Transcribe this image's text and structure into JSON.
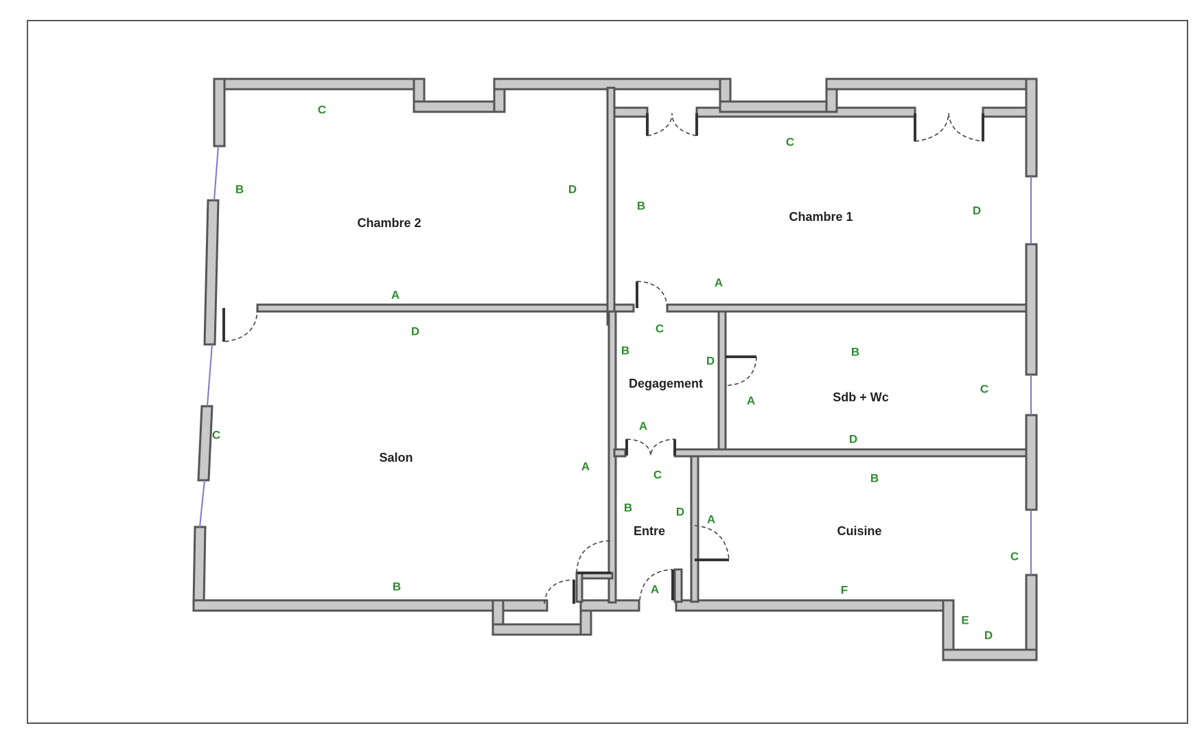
{
  "colors": {
    "wall_label": "#2e8b2e",
    "room_label": "#222222",
    "wall_fill": "#c9c9c9",
    "wall_stroke": "#555555",
    "window": "#7a7ac8",
    "frame": "#555555"
  },
  "rooms": {
    "chambre2": "Chambre 2",
    "chambre1": "Chambre 1",
    "salon": "Salon",
    "degagement": "Degagement",
    "sdb": "Sdb + Wc",
    "entre": "Entre",
    "cuisine": "Cuisine"
  },
  "wall_labels": {
    "chambre2": {
      "a": "A",
      "b": "B",
      "c": "C",
      "d": "D"
    },
    "chambre1": {
      "a": "A",
      "b": "B",
      "c": "C",
      "d": "D"
    },
    "salon": {
      "a": "A",
      "b": "B",
      "c": "C",
      "d": "D"
    },
    "degagement": {
      "a": "A",
      "b": "B",
      "c": "C",
      "d": "D"
    },
    "sdb": {
      "a": "A",
      "b": "B",
      "c": "C",
      "d": "D"
    },
    "entre": {
      "a": "A",
      "b": "B",
      "c": "C",
      "d": "D"
    },
    "cuisine": {
      "a": "A",
      "b": "B",
      "c": "C",
      "d": "D",
      "e": "E",
      "f": "F"
    }
  }
}
